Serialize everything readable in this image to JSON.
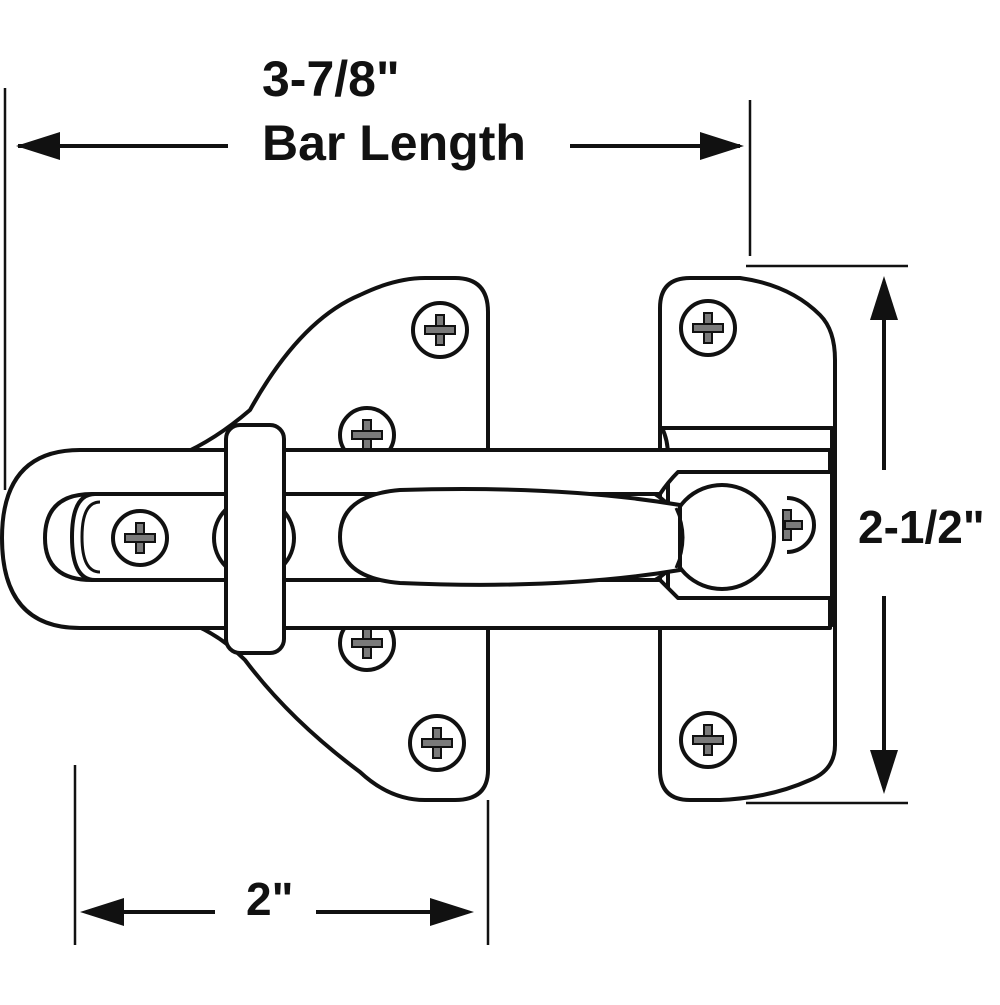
{
  "labels": {
    "bar_length_value": "3-7/8\"",
    "bar_length_text": "Bar Length",
    "height": "2-1/2\"",
    "plate_width": "2\""
  },
  "colors": {
    "line": "#111111",
    "fill": "#ffffff",
    "screw_fill": "#ffffff",
    "screw_cross": "#7a7a7a"
  }
}
